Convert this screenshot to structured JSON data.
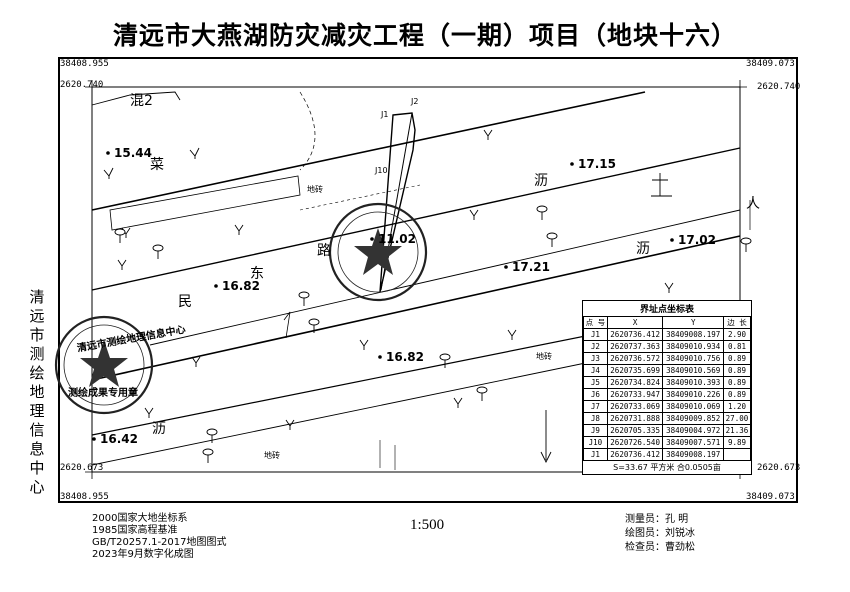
{
  "title": "清远市大燕湖防灾减灾工程（一期）项目（地块十六）",
  "sidebar": {
    "org": "清远市测绘地理信息中心"
  },
  "corners": {
    "top_left_x": "38408.955",
    "top_right_x": "38409.073",
    "left_top_y": "2620.740",
    "right_top_y": "2620.740",
    "left_bottom_y": "2620.673",
    "right_bottom_y": "2620.673",
    "bottom_left_x": "38408.955",
    "bottom_right_x": "38409.073"
  },
  "labels": {
    "hun2": "混2",
    "cai": "菜",
    "li_1": "沥",
    "li_2": "沥",
    "li_3": "沥",
    "lu": "路",
    "min": "民",
    "dong": "东",
    "ren": "人",
    "dizhuan_1": "地砖",
    "dizhuan_2": "地砖",
    "dizhuan_3": "地砖",
    "pt_j1": "J1",
    "pt_j2": "J2",
    "pt_j10": "J10"
  },
  "elevations": [
    "15.44",
    "17.15",
    "11.02",
    "17.02",
    "17.21",
    "16.82",
    "16.82",
    "16.42"
  ],
  "seals": {
    "left_top": "清远市测绘地理信息中心",
    "left_bottom": "测绘成果专用章"
  },
  "coord_table": {
    "caption": "界址点坐标表",
    "headers": [
      "点 号",
      "X",
      "Y",
      "边 长"
    ],
    "rows": [
      [
        "J1",
        "2620736.412",
        "38409008.197"
      ],
      [
        "J2",
        "2620737.363",
        "38409010.934"
      ],
      [
        "J3",
        "2620736.572",
        "38409010.756"
      ],
      [
        "J4",
        "2620735.699",
        "38409010.569"
      ],
      [
        "J5",
        "2620734.824",
        "38409010.393"
      ],
      [
        "J6",
        "2620733.947",
        "38409010.226"
      ],
      [
        "J7",
        "2620733.069",
        "38409010.069"
      ],
      [
        "J8",
        "2620731.888",
        "38409009.852"
      ],
      [
        "J9",
        "2620705.335",
        "38409004.972"
      ],
      [
        "J10",
        "2620726.540",
        "38409007.571"
      ],
      [
        "J1",
        "2620736.412",
        "38409008.197"
      ]
    ],
    "lengths": [
      "2.90",
      "0.81",
      "0.89",
      "0.89",
      "0.89",
      "0.89",
      "1.20",
      "27.00",
      "21.36",
      "9.89"
    ],
    "summary": "S=33.67 平方米 合0.0505亩"
  },
  "footer": {
    "line1": "2000国家大地坐标系",
    "line2": "1985国家高程基准",
    "line3": "GB/T20257.1-2017地图图式",
    "line4": "2023年9月数字化成图",
    "scale": "1:500",
    "surveyor_label": "测量员：",
    "surveyor": "孔  明",
    "drafter_label": "绘图员：",
    "drafter": "刘锐冰",
    "checker_label": "检查员：",
    "checker": "曹劲松"
  }
}
